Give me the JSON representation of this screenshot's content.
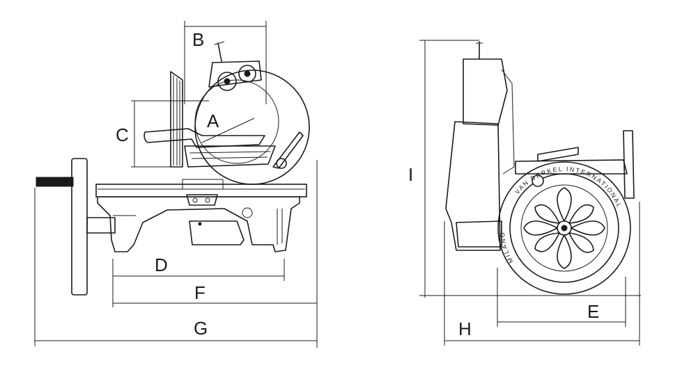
{
  "labels": {
    "a": "A",
    "b": "B",
    "c": "C",
    "d": "D",
    "e": "E",
    "f": "F",
    "g": "G",
    "h": "H",
    "i": "I"
  },
  "wheel_text": {
    "brand": "VAN BERKEL INTERNATIONAL",
    "city": "MILANO"
  }
}
